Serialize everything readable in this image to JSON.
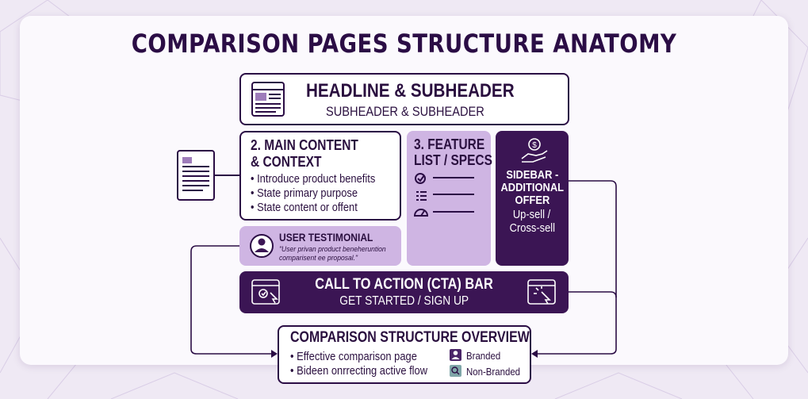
{
  "title": "COMPARISON PAGES STRUCTURE ANATOMY",
  "headline": {
    "title": "HEADLINE & SUBHEADER",
    "subtitle": "SUBHEADER & SUBHEADER"
  },
  "main_content": {
    "title_line1": "2. MAIN CONTENT",
    "title_line2": "& CONTEXT",
    "bullets": [
      "• Introduce product benefits",
      "• State primary purpose",
      "• State content or offent"
    ]
  },
  "feature_list": {
    "title_line1": "3. FEATURE",
    "title_line2": "LIST / SPECS"
  },
  "sidebar": {
    "title_line1": "SIDEBAR -",
    "title_line2": "ADDITIONAL",
    "title_line3": "OFFER",
    "text_line1": "Up-sell /",
    "text_line2": "Cross-sell"
  },
  "testimonial": {
    "title": "USER TESTIMONIAL",
    "quote_line1": "\"User privan product beneheruntion",
    "quote_line2": "comparisent ee proposal.\""
  },
  "cta": {
    "title": "CALL TO ACTION (CTA) BAR",
    "subtitle": "GET STARTED / SIGN UP"
  },
  "overview": {
    "title": "COMPARISON STRUCTURE OVERVIEW",
    "bullets": [
      "• Effective comparison page",
      "• Bideen onrrecting active flow"
    ],
    "legend": [
      {
        "label": "Branded",
        "color": "#4a2468"
      },
      {
        "label": "Non-Branded",
        "color": "#7fa6a8"
      }
    ]
  }
}
